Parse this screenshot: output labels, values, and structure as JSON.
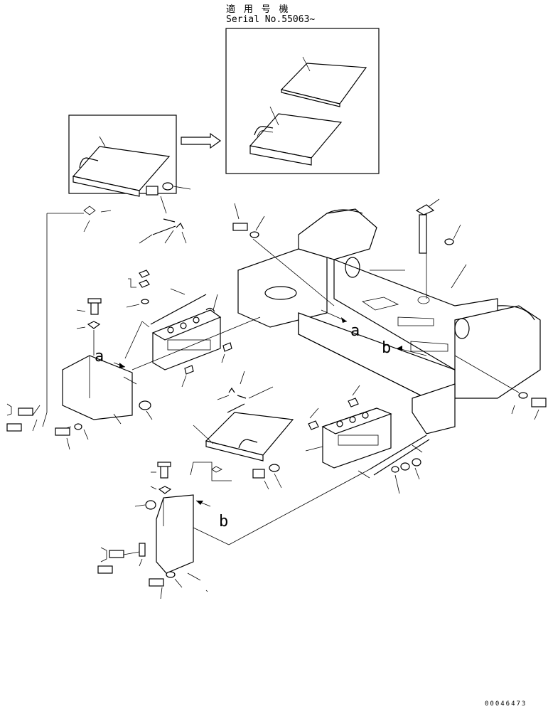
{
  "header": {
    "applicable_label": "適 用 号 機",
    "serial_label": "Serial No.55063~"
  },
  "callouts": {
    "a_main": "a",
    "b_main": "b",
    "a_left": "a",
    "b_lower": "b"
  },
  "footer": {
    "drawing_number": "00046473"
  }
}
